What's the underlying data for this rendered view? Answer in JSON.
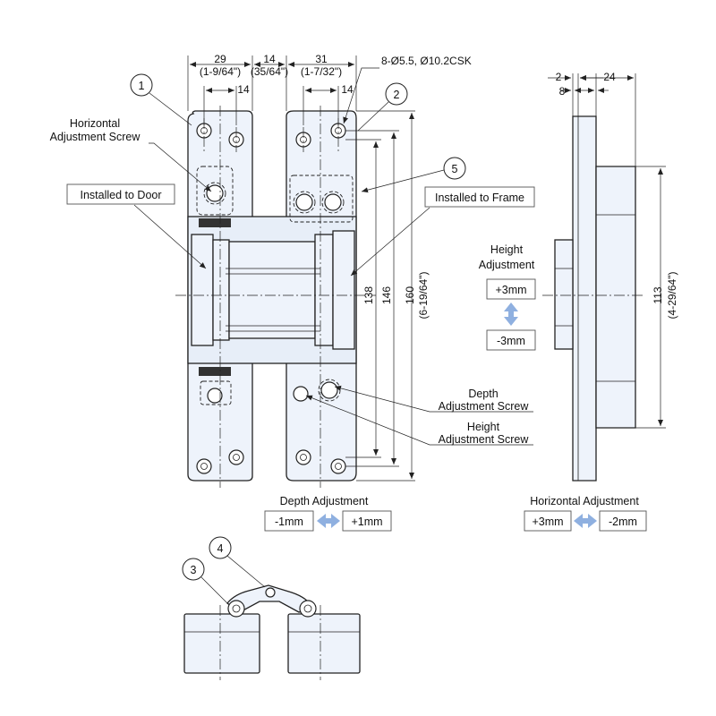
{
  "dims_top": {
    "d29": "29",
    "d29_in": "(1-9/64\")",
    "d14a": "14",
    "d14a_in": "(35/64\")",
    "d31": "31",
    "d31_in": "(1-7/32\")",
    "d14b": "14",
    "d14c": "14",
    "holes": "8-Ø5.5, Ø10.2CSK"
  },
  "dims_right": {
    "d138": "138",
    "d146": "146",
    "d160": "160",
    "d160_in": "(6-19/64\")"
  },
  "side_dims": {
    "d2": "2",
    "d8": "8",
    "d24": "24",
    "d113": "113",
    "d113_in": "(4-29/64\")"
  },
  "callouts": [
    "1",
    "2",
    "3",
    "4",
    "5"
  ],
  "labels": {
    "horiz_screw_1": "Horizontal",
    "horiz_screw_2": "Adjustment Screw",
    "installed_door": "Installed to Door",
    "installed_frame": "Installed to Frame",
    "depth_screw_1": "Depth",
    "depth_screw_2": "Adjustment Screw",
    "height_screw_1": "Height",
    "height_screw_2": "Adjustment Screw",
    "height_adj_1": "Height",
    "height_adj_2": "Adjustment",
    "plus3": "+3mm",
    "minus3": "-3mm",
    "depth_adj": "Depth Adjustment",
    "minus1": "-1mm",
    "plus1": "+1mm",
    "horiz_adj": "Horizontal Adjustment",
    "h_plus3": "+3mm",
    "h_minus2": "-2mm"
  },
  "colors": {
    "part_fill": "#eef3fb",
    "arrow": "#8fb0e0"
  }
}
